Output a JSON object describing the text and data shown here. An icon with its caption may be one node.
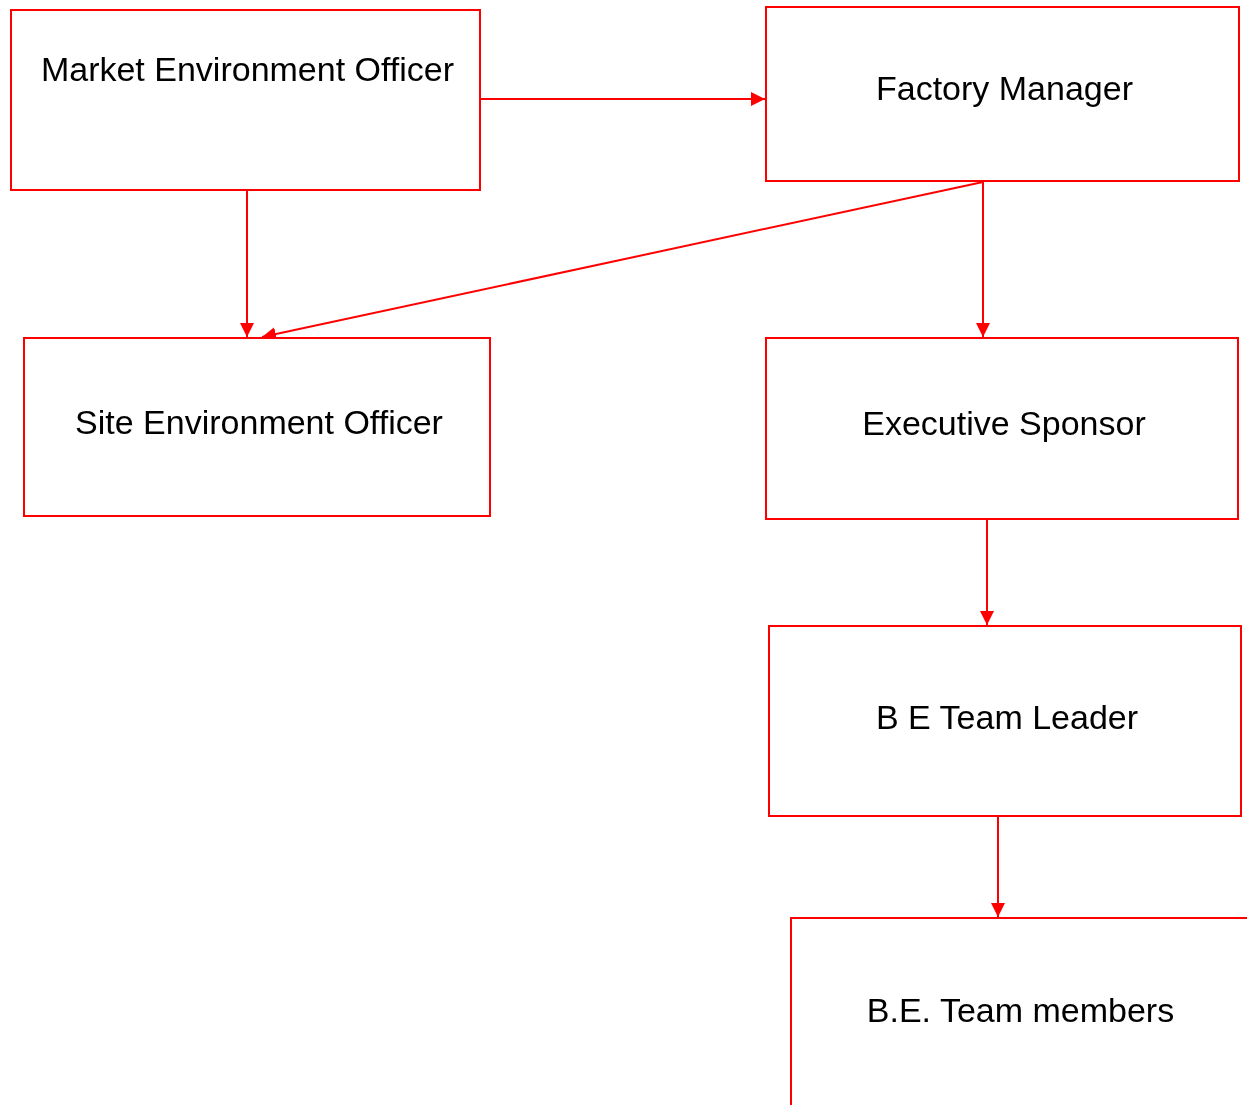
{
  "diagram": {
    "nodes": [
      {
        "text": [
          "Market Environment Officer"
        ]
      },
      {
        "text": [
          "Factory Manager"
        ]
      },
      {
        "text": [
          "Site Environment Officer"
        ]
      },
      {
        "text": [
          "Executive Sponsor"
        ]
      },
      {
        "text": [
          "B E Team Leader"
        ]
      },
      {
        "text": [
          "B.E. Team members"
        ]
      }
    ],
    "edges": [
      {
        "from": 0,
        "to": 1,
        "arrow": "to"
      },
      {
        "from": 0,
        "to": 2,
        "arrow": "to"
      },
      {
        "from": 1,
        "to": 2,
        "arrow": "to"
      },
      {
        "from": 1,
        "to": 3,
        "arrow": "to"
      },
      {
        "from": 3,
        "to": 4,
        "arrow": "to"
      },
      {
        "from": 4,
        "to": 5,
        "arrow": "to"
      }
    ]
  }
}
